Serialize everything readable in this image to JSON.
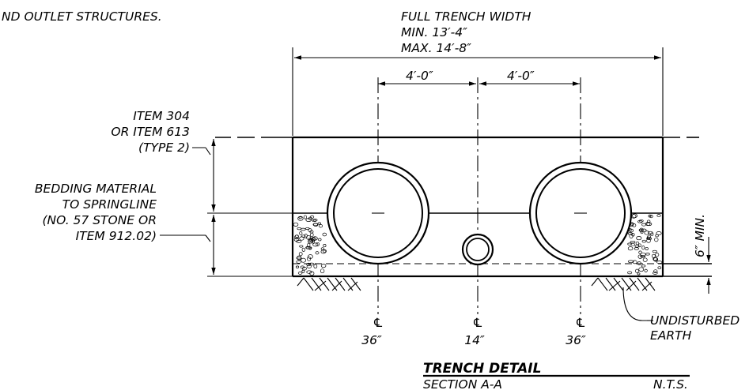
{
  "top_note": "ND OUTLET STRUCTURES.",
  "trench_width": {
    "label": "FULL TRENCH WIDTH",
    "min": "MIN. 13′-4″",
    "max": "MAX. 14′-8″"
  },
  "pipe_spacing": {
    "left": "4′-0″",
    "right": "4′-0″"
  },
  "backfill_note": {
    "line1": "ITEM 304",
    "line2": "OR ITEM 613",
    "line3": "(TYPE 2)"
  },
  "bedding_note": {
    "line1": "BEDDING MATERIAL",
    "line2": "TO SPRINGLINE",
    "line3": "(NO. 57 STONE OR",
    "line4": "ITEM 912.02)"
  },
  "min_depth": "6″ MIN.",
  "undisturbed_earth": {
    "line1": "UNDISTURBED",
    "line2": "EARTH"
  },
  "centerlines": [
    {
      "symbol": "℄",
      "size": "36″"
    },
    {
      "symbol": "℄",
      "size": "14″"
    },
    {
      "symbol": "℄",
      "size": "36″"
    }
  ],
  "title_block": {
    "title": "TRENCH DETAIL",
    "section": "SECTION A-A",
    "scale": "N.T.S."
  }
}
